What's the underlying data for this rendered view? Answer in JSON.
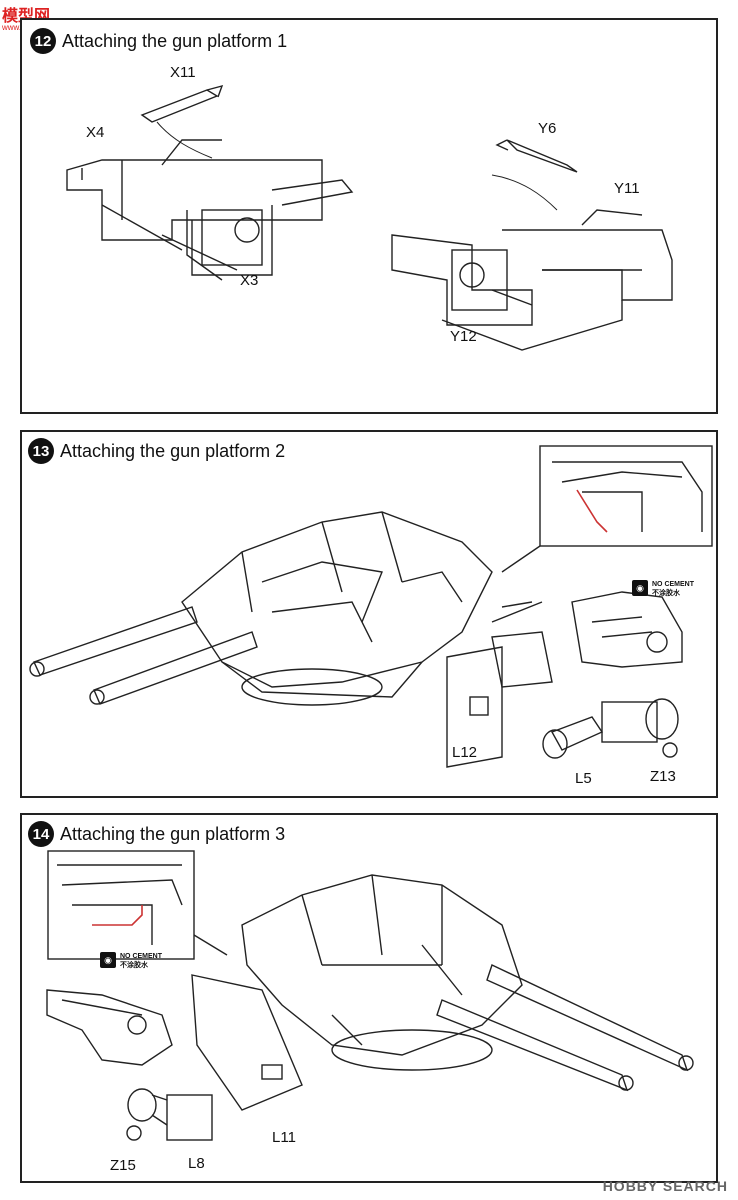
{
  "watermark_top": {
    "logo": "模型网",
    "url": "www.shuaku.com"
  },
  "watermark_bottom": {
    "text": "HOBBY SEARCH"
  },
  "steps": [
    {
      "number": "12",
      "title": "Attaching the gun platform 1",
      "parts": [
        "X11",
        "X4",
        "X3",
        "Y6",
        "Y11",
        "Y12"
      ]
    },
    {
      "number": "13",
      "title": "Attaching the gun platform 2",
      "parts": [
        "L12",
        "L5",
        "Z13"
      ],
      "no_cement": {
        "en": "NO CEMENT",
        "zh": "不涂胶水"
      }
    },
    {
      "number": "14",
      "title": "Attaching the gun platform 3",
      "parts": [
        "L11",
        "Z15",
        "L8"
      ],
      "no_cement": {
        "en": "NO CEMENT",
        "zh": "不涂胶水"
      }
    }
  ]
}
